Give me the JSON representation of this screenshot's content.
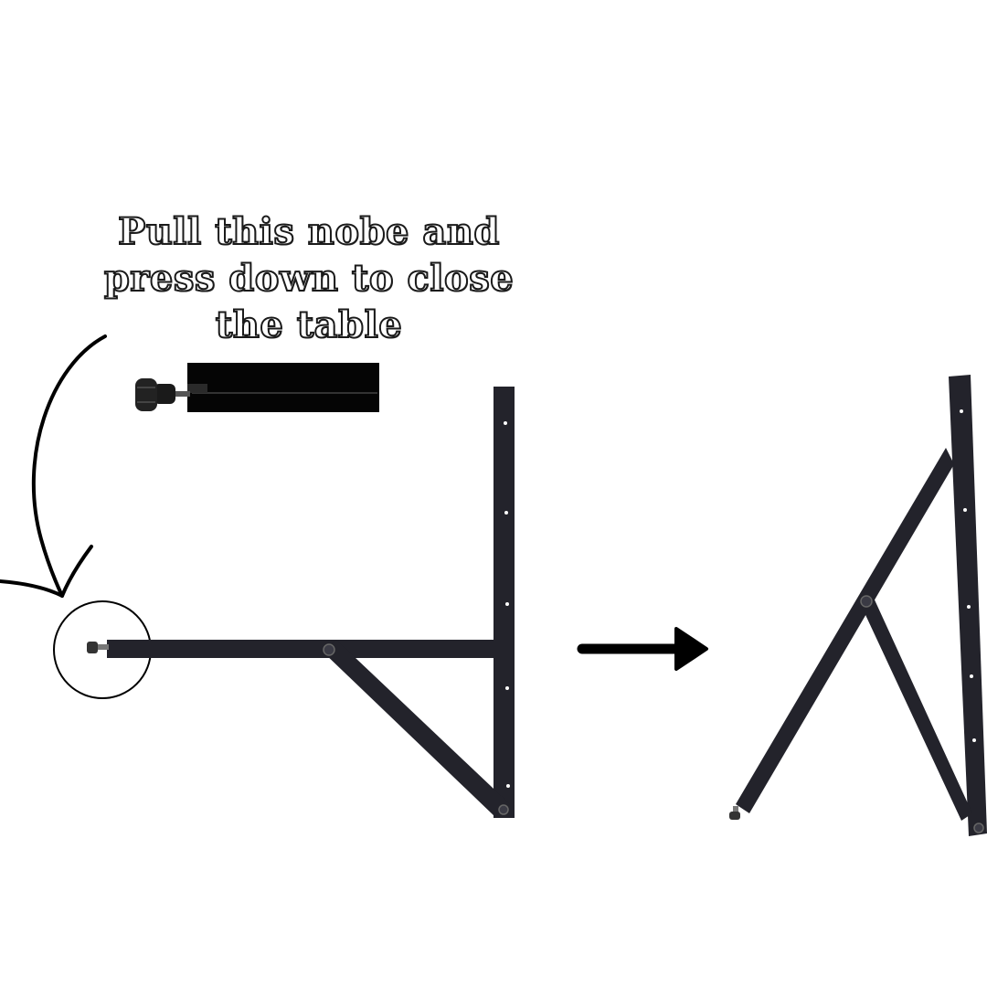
{
  "instruction": {
    "lines": [
      "Pull this nobe and",
      "press down to close",
      "the table"
    ]
  },
  "colors": {
    "frame": "#23232b",
    "ink": "#000000",
    "background": "#ffffff"
  },
  "icons": {
    "pointer_arrow": "curved-arrow-icon",
    "transition_arrow": "arrow-right-icon"
  }
}
